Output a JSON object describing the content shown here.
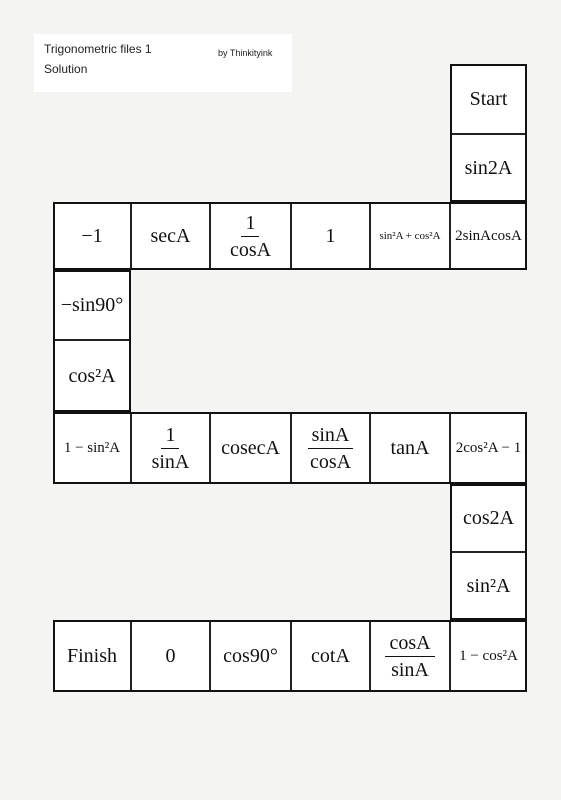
{
  "header": {
    "title": "Trigonometric files 1",
    "subtitle": "Solution",
    "author": "by Thinkityink"
  },
  "cells": {
    "start": "Start",
    "r1c6": "sin2A",
    "r3c1": "−1",
    "r3c2": "secA",
    "r3c3_num": "1",
    "r3c3_den": "cosA",
    "r3c4": "1",
    "r3c5": "sin²A + cos²A",
    "r3c6": "2sinAcosA",
    "r4c1": "−sin90°",
    "r5c1": "cos²A",
    "r6c1": "1 − sin²A",
    "r6c2_num": "1",
    "r6c2_den": "sinA",
    "r6c3": "cosecA",
    "r6c4_num": "sinA",
    "r6c4_den": "cosA",
    "r6c5": "tanA",
    "r6c6": "2cos²A − 1",
    "r7c6": "cos2A",
    "r8c6": "sin²A",
    "finish": "Finish",
    "r9c2": "0",
    "r9c3": "cos90°",
    "r9c4": "cotA",
    "r9c5_num": "cosA",
    "r9c5_den": "sinA",
    "r9c6": "1 − cos²A"
  }
}
